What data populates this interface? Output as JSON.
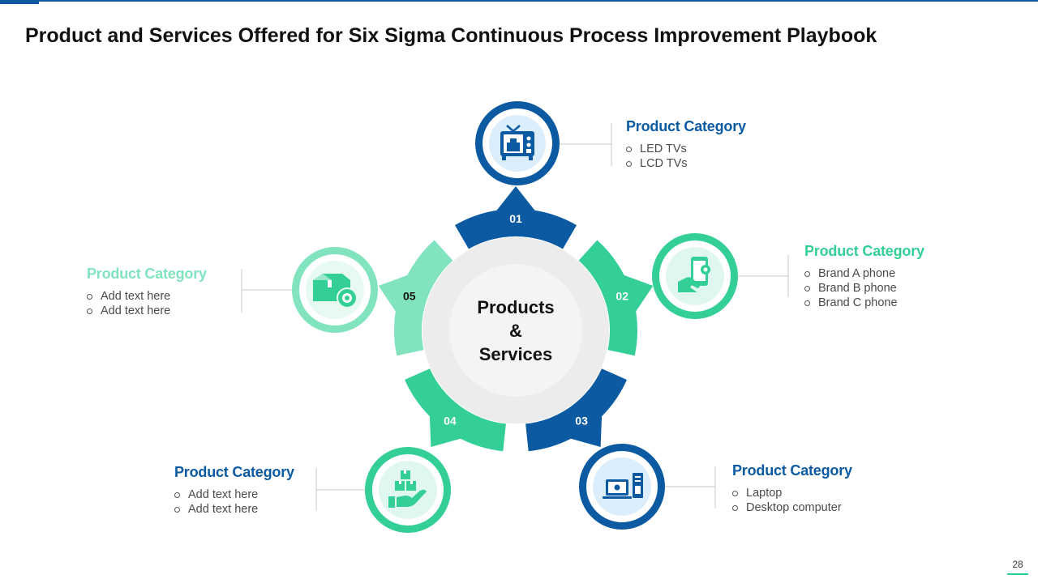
{
  "slide": {
    "title": "Product and Services Offered for Six Sigma Continuous Process Improvement Playbook",
    "page_number": "28"
  },
  "colors": {
    "dark_blue": "#0b5aa2",
    "green": "#33cf96",
    "light_green": "#82e3bf",
    "inner_gray": "#ececec"
  },
  "center": {
    "line1": "Products",
    "line2": "&",
    "line3": "Services"
  },
  "segments": [
    {
      "number": "01",
      "color": "#0b5aa2"
    },
    {
      "number": "02",
      "color": "#33cf96"
    },
    {
      "number": "03",
      "color": "#0b5aa2"
    },
    {
      "number": "04",
      "color": "#33cf96"
    },
    {
      "number": "05",
      "color": "#82e3bf"
    }
  ],
  "categories": [
    {
      "title": "Product Category",
      "icon": "tv-icon",
      "items": [
        "LED TVs",
        "LCD TVs"
      ]
    },
    {
      "title": "Product Category",
      "icon": "smartphone-icon",
      "items": [
        "Brand A phone",
        "Brand B phone",
        "Brand C phone"
      ]
    },
    {
      "title": "Product Category",
      "icon": "laptop-desktop-icon",
      "items": [
        "Laptop",
        "Desktop computer"
      ]
    },
    {
      "title": "Product Category",
      "icon": "hand-boxes-icon",
      "items": [
        "Add text here",
        "Add text here"
      ]
    },
    {
      "title": "Product Category",
      "icon": "box-gear-icon",
      "items": [
        "Add text here",
        "Add text here"
      ]
    }
  ]
}
